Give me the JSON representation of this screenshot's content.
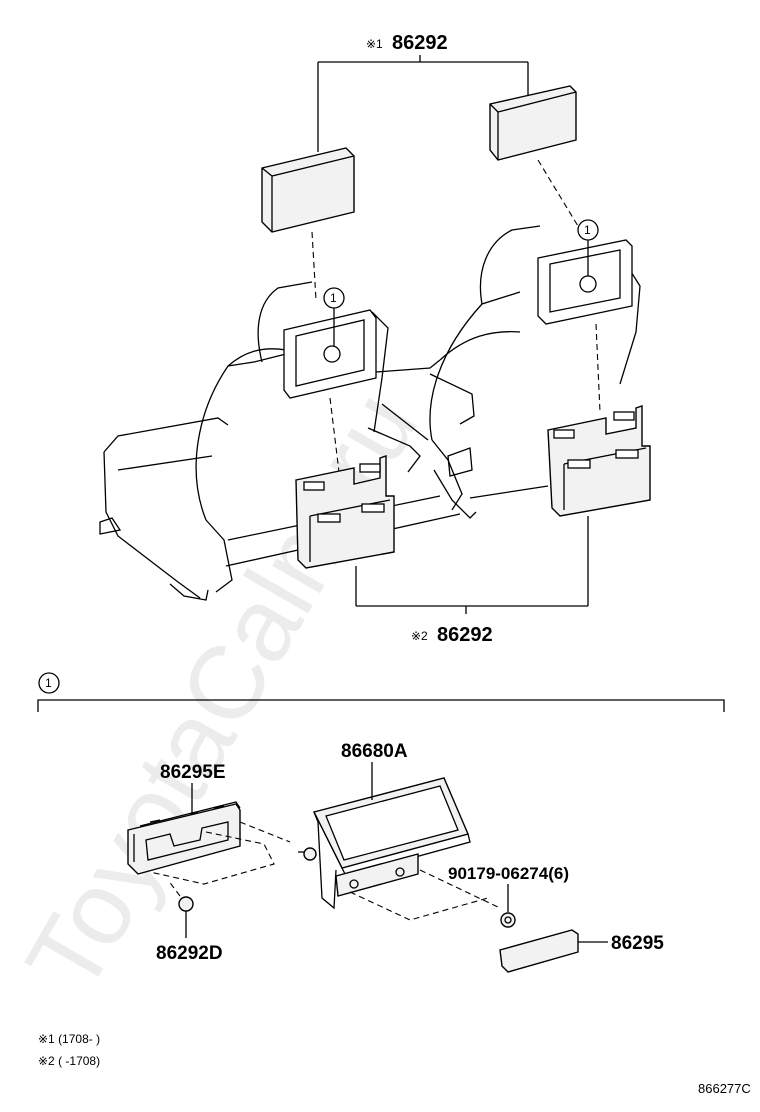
{
  "watermark": "ToyotaCalm.ru",
  "top_label_note": "※1",
  "top_label": "86292",
  "bottom_label_note": "※2",
  "bottom_label": "86292",
  "callout_ref": "1",
  "section_ref": "1",
  "parts": {
    "p86680A": "86680A",
    "p86295E": "86295E",
    "p90179": "90179-06274(6)",
    "p86292D": "86292D",
    "p86295": "86295"
  },
  "notes": [
    "※1 (1708-       )",
    "※2 (        -1708)"
  ],
  "diagram_code": "866277C"
}
